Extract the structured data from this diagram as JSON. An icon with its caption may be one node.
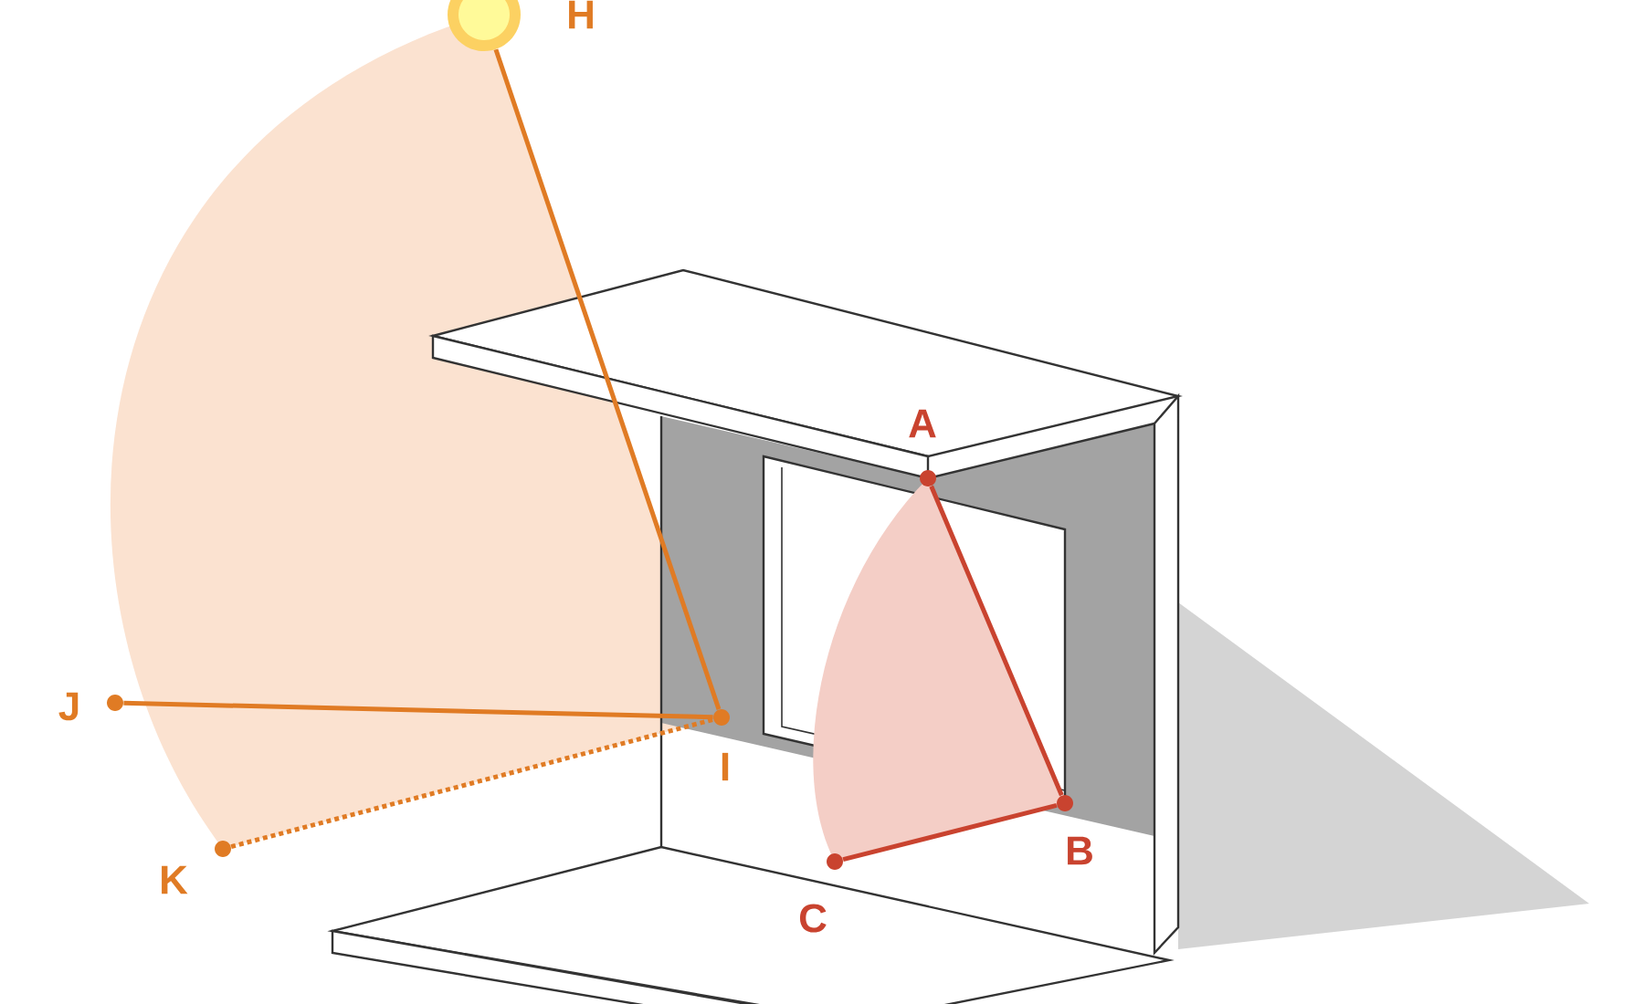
{
  "diagram": {
    "nodes": [
      {
        "text": [
          "H"
        ]
      },
      {
        "text": [
          "I"
        ]
      },
      {
        "text": [
          "J"
        ]
      },
      {
        "text": [
          "K"
        ]
      },
      {
        "text": [
          "A"
        ]
      },
      {
        "text": [
          "B"
        ]
      },
      {
        "text": [
          "C"
        ]
      }
    ],
    "edges": [
      {
        "from": 0,
        "to": 1,
        "arrow": "none"
      },
      {
        "from": 2,
        "to": 1,
        "arrow": "none"
      },
      {
        "from": 3,
        "to": 1,
        "arrow": "none",
        "style": "dashed"
      },
      {
        "from": 4,
        "to": 5,
        "arrow": "none",
        "color": "#c9432f"
      },
      {
        "from": 6,
        "to": 5,
        "arrow": "none",
        "color": "#c9432f"
      }
    ]
  }
}
